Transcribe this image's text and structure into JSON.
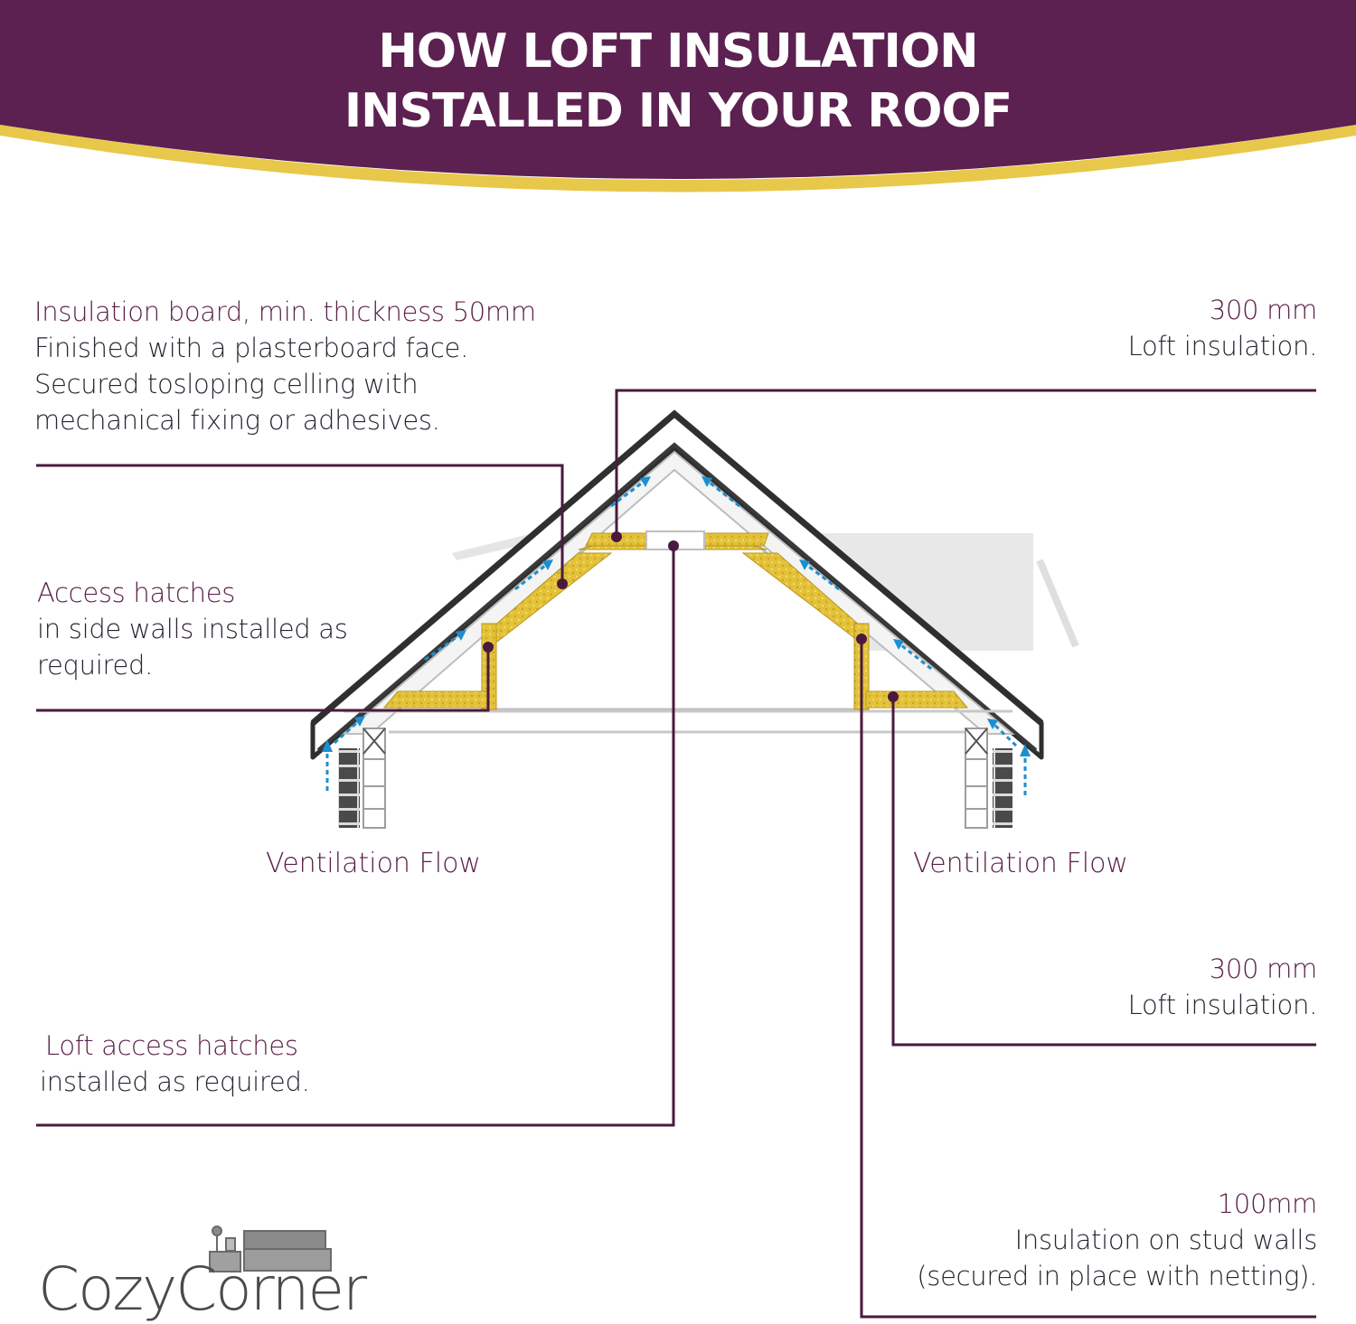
{
  "header": {
    "title_line1": "HOW LOFT INSULATION",
    "title_line2": "INSTALLED IN YOUR ROOF",
    "bg_color": "#5c2150",
    "accent_color": "#e8c84a"
  },
  "callouts": {
    "insulation_board": {
      "heading": "Insulation board, min. thickness 50mm",
      "lines": [
        "Finished with a plasterboard face.",
        "Secured tosloping celling with",
        "mechanical fixing or adhesives."
      ]
    },
    "loft_insulation_top": {
      "heading": "300 mm",
      "lines": [
        "Loft insulation."
      ]
    },
    "access_hatches": {
      "heading": "Access hatches",
      "lines": [
        "in side walls installed as",
        "required."
      ]
    },
    "loft_insulation_mid": {
      "heading": "300 mm",
      "lines": [
        "Loft insulation."
      ]
    },
    "loft_access_hatches": {
      "heading": "Loft access hatches",
      "lines": [
        "installed as required."
      ]
    },
    "stud_walls": {
      "heading": "100mm",
      "lines": [
        "Insulation on stud walls",
        "(secured in place with netting)."
      ]
    }
  },
  "ventilation": {
    "left": "Ventilation Flow",
    "right": "Ventilation Flow",
    "arrow_color": "#1b8fd0"
  },
  "logo": {
    "text": "CozyCorner"
  },
  "colors": {
    "leader": "#4a1a3e",
    "insulation": "#e3c23a",
    "roof": "#2f2f2f"
  }
}
